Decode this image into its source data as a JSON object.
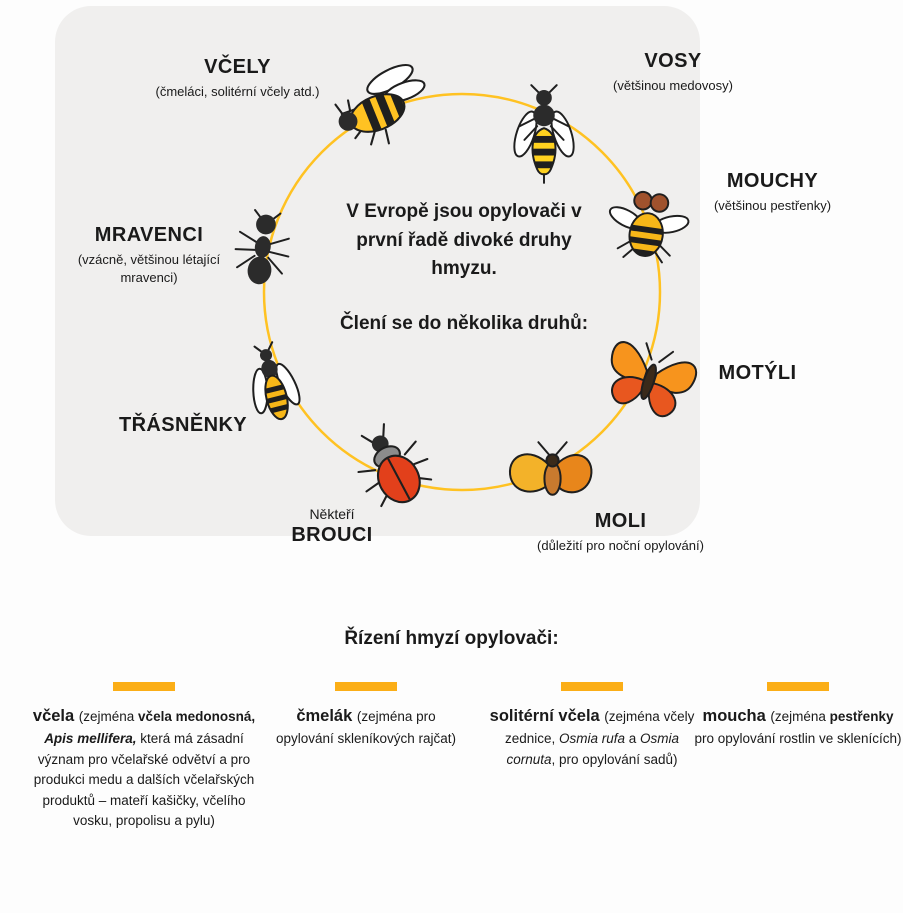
{
  "colors": {
    "ring": "#FFC222",
    "accent_bar": "#FBAE17",
    "panel_background": "#F0EFEE",
    "text": "#1A1A1A"
  },
  "center": {
    "intro": "V Evropě jsou opylovači v první řadě divoké druhy hmyzu.",
    "subtitle": "Člení se do několika druhů:"
  },
  "nodes": [
    {
      "label": "VČELY",
      "sub": "(čmeláci, solitérní včely atd.)",
      "icon": "bee-icon"
    },
    {
      "label": "VOSY",
      "sub": "(většinou medovosy)",
      "icon": "wasp-icon"
    },
    {
      "label": "MOUCHY",
      "sub": "(většinou pestřenky)",
      "icon": "fly-icon"
    },
    {
      "label": "MOTÝLI",
      "icon": "butterfly-icon"
    },
    {
      "label": "MOLI",
      "sub": "(důležití pro noční opylování)",
      "icon": "moth-icon"
    },
    {
      "label": "BROUCI",
      "pre": "Někteří",
      "icon": "beetle-icon"
    },
    {
      "label": "TŘÁSNĚNKY",
      "icon": "thrips-icon"
    },
    {
      "label": "MRAVENCI",
      "sub": "(vzácně, většinou létající mravenci)",
      "icon": "ant-icon"
    }
  ],
  "managed": {
    "title": "Řízení hmyzí opylovači:",
    "cards": [
      {
        "name": "včela ",
        "seg1": "(zejména ",
        "seg2": "včela medonosná, ",
        "seg3": "Apis mellifera, ",
        "seg4": "která má zásadní význam pro včelařské odvětví a pro produkci medu a dalších včelařských produktů – mateří kašičky, včelího vosku, propolisu a pylu)"
      },
      {
        "name": "čmelák ",
        "seg1": "(zejména pro opylování skleníkových rajčat)"
      },
      {
        "name": "solitérní včela ",
        "seg1": "(zejména včely zednice, ",
        "seg2": "Osmia rufa",
        "seg3": " a ",
        "seg4": "Osmia cornuta",
        "seg5": ", pro opylování sadů)"
      },
      {
        "name": "moucha ",
        "seg1": "(zejména ",
        "seg2": "pestřenky ",
        "seg3": "pro opylování rostlin ve sklenících)"
      }
    ]
  }
}
